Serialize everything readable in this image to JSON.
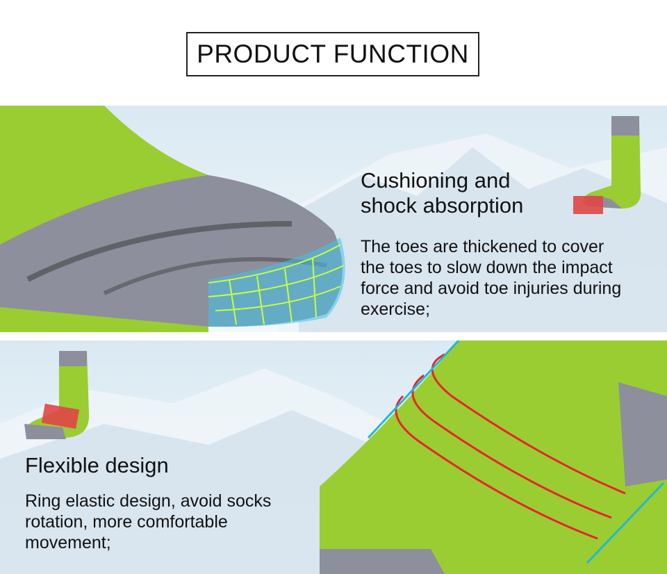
{
  "title": "PRODUCT FUNCTION",
  "sections": [
    {
      "heading_lines": [
        "Cushioning and",
        "shock absorption"
      ],
      "body_lines": [
        "The toes are thickened to cover",
        "the toes to slow down the impact",
        "force and avoid toe injuries during",
        "exercise;"
      ]
    },
    {
      "heading_lines": [
        "Flexible design"
      ],
      "body_lines": [
        "Ring elastic design, avoid socks",
        "rotation, more comfortable",
        "movement;"
      ]
    }
  ],
  "colors": {
    "sock_green": "#9acd32",
    "sock_gray": "#8d8f9c",
    "highlight_red": "#e04646",
    "arrow_red": "#e8242a",
    "arrow_cyan": "#1fb8d8"
  }
}
